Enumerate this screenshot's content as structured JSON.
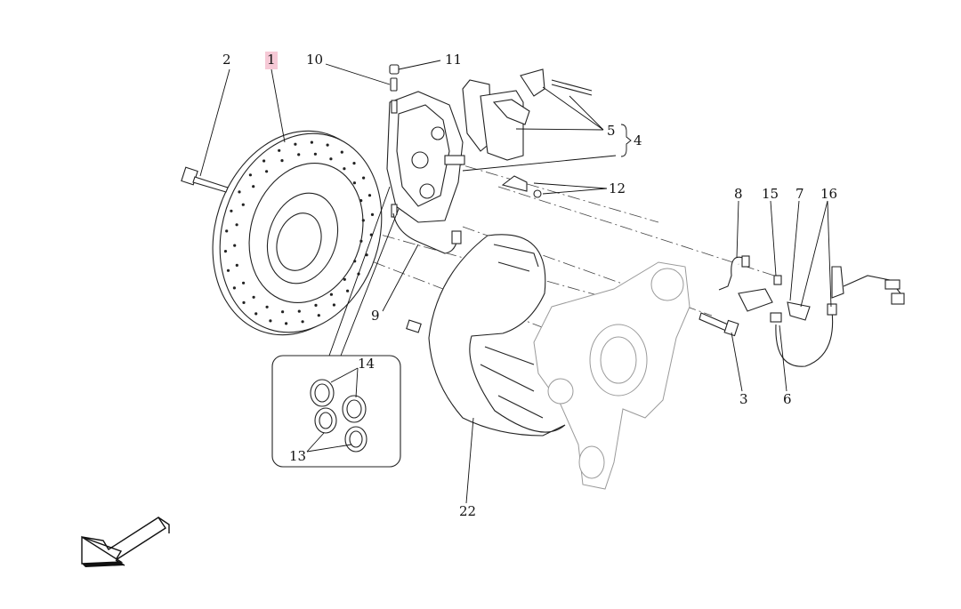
{
  "diagram": {
    "highlight_color": "#f6c9d6",
    "line_color": "#111111",
    "faint_color": "#9a9a9a",
    "labels": {
      "p1": "1",
      "p2": "2",
      "p3": "3",
      "p4": "4",
      "p5": "5",
      "p6": "6",
      "p7": "7",
      "p8": "8",
      "p9": "9",
      "p10": "10",
      "p11": "11",
      "p12": "12",
      "p13": "13",
      "p14": "14",
      "p15": "15",
      "p16": "16",
      "p22": "22"
    },
    "selected_part": "1",
    "orientation_icon": "arrow-down-left-icon"
  }
}
